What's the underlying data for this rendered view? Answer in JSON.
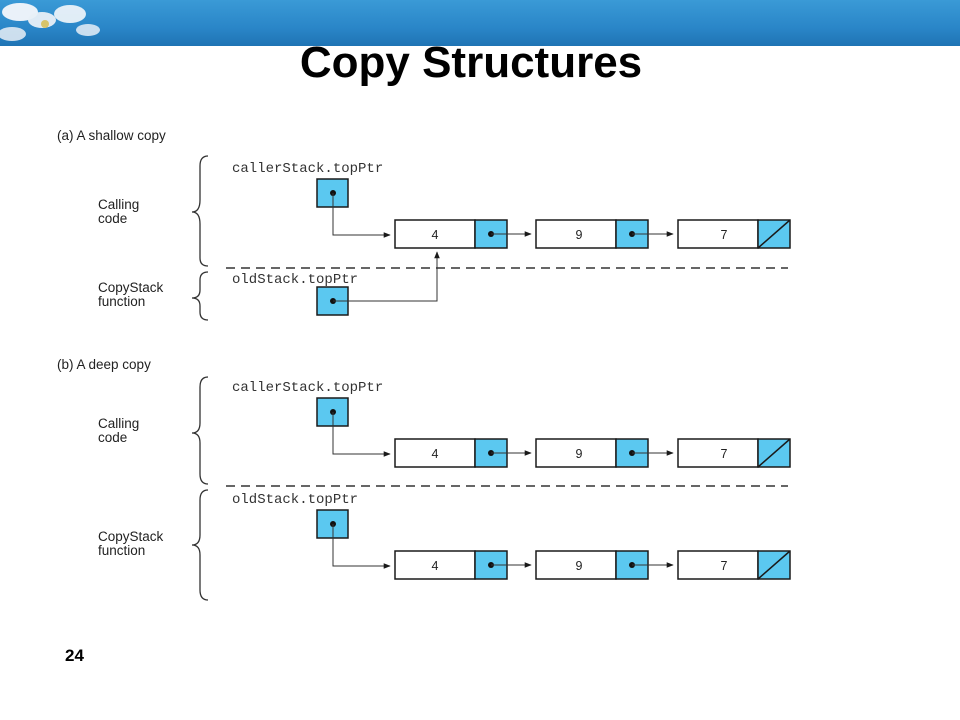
{
  "slide": {
    "title": "Copy Structures",
    "page_number": "24"
  },
  "diagram": {
    "colors": {
      "pointer_fill": "#5bc8f0",
      "stroke": "#1a1a1a"
    },
    "shallow": {
      "caption": "(a) A shallow copy",
      "caller_label": [
        "Calling",
        "code"
      ],
      "callee_label": [
        "CopyStack",
        "function"
      ],
      "caller_ptr": "callerStack.topPtr",
      "callee_ptr": "oldStack.topPtr",
      "nodes": [
        "4",
        "9",
        "7"
      ]
    },
    "deep": {
      "caption": "(b) A deep copy",
      "caller_label": [
        "Calling",
        "code"
      ],
      "callee_label": [
        "CopyStack",
        "function"
      ],
      "caller_ptr": "callerStack.topPtr",
      "callee_ptr": "oldStack.topPtr",
      "caller_nodes": [
        "4",
        "9",
        "7"
      ],
      "callee_nodes": [
        "4",
        "9",
        "7"
      ]
    }
  }
}
